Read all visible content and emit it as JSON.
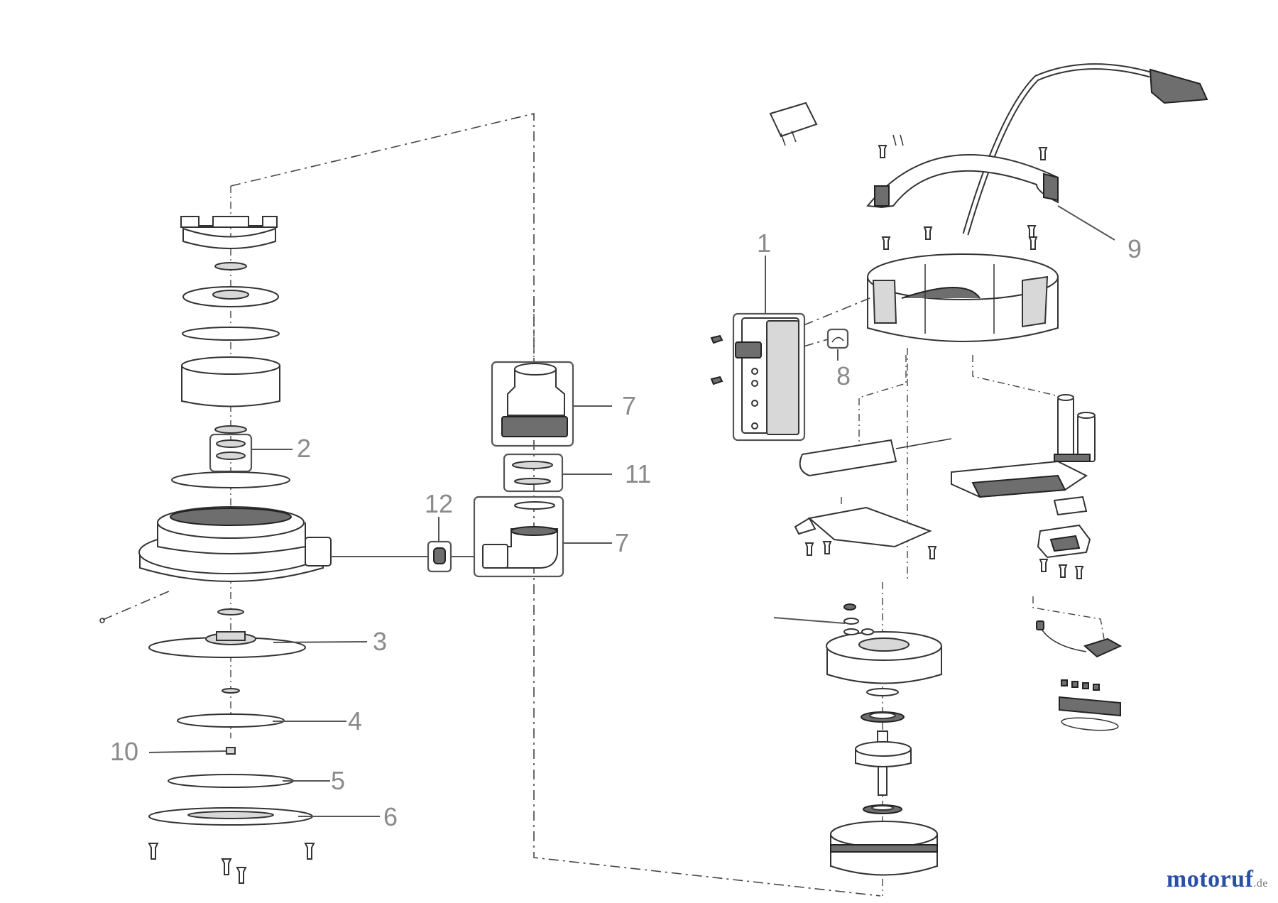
{
  "callouts": [
    "1",
    "2",
    "3",
    "4",
    "5",
    "6",
    "7",
    "7",
    "8",
    "9",
    "10",
    "11",
    "12"
  ],
  "watermark": {
    "brand": "motoruf",
    "suffix": ".de"
  },
  "colors": {
    "line": "#333333",
    "callout_text": "#8a8a8a",
    "brand_blue": "#2a4fa8",
    "brand_accent": "#e8a81c"
  }
}
